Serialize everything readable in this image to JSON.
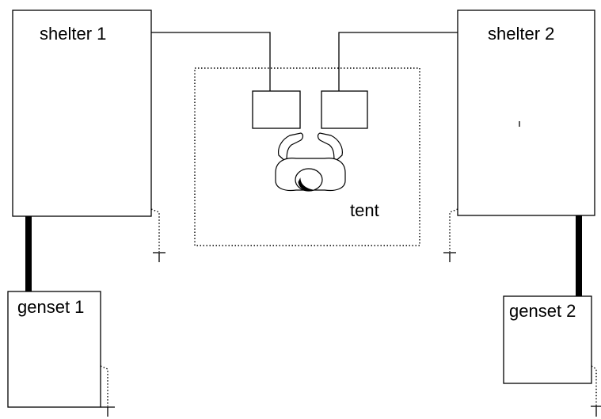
{
  "labels": {
    "shelter1": "shelter 1",
    "shelter2": "shelter 2",
    "tent": "tent",
    "genset1": "genset 1",
    "genset2": "genset 2"
  }
}
